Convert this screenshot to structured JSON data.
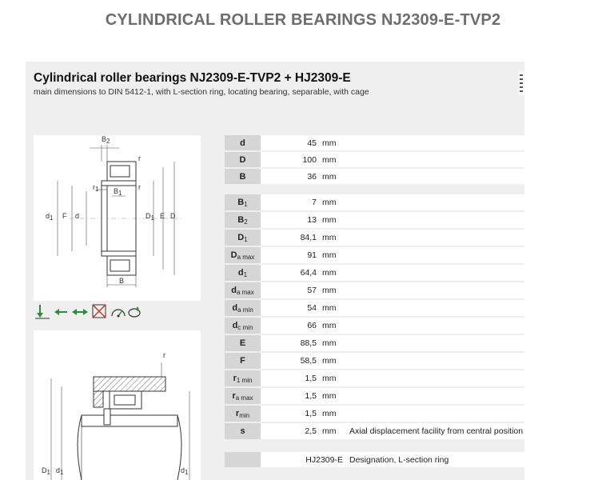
{
  "page_title": "CYLINDRICAL ROLLER BEARINGS NJ2309-E-TVP2",
  "panel": {
    "title": "Cylindrical roller bearings NJ2309-E-TVP2 + HJ2309-E",
    "subtitle": "main dimensions to DIN 5412-1, with L-section ring, locating bearing, separable, with cage"
  },
  "drawing_labels": {
    "b2": "B",
    "b2_sub": "2",
    "r": "r",
    "r1": "r",
    "r1_sub": "1",
    "b1": "B",
    "b1_sub": "1",
    "d1": "d",
    "d1_sub": "1",
    "f": "F",
    "d": "d",
    "D1": "D",
    "D1_sub": "1",
    "e": "E",
    "D": "D",
    "b": "B",
    "bottom_D1": "D",
    "bottom_D1_sub": "1",
    "bottom_d1a": "d",
    "bottom_d1a_sub": "1",
    "bottom_d1b": "d",
    "bottom_d1b_sub": "1",
    "bottom_r": "r"
  },
  "dimensions": [
    {
      "sym": "d",
      "sub": "",
      "value": "45",
      "unit": "mm"
    },
    {
      "sym": "D",
      "sub": "",
      "value": "100",
      "unit": "mm"
    },
    {
      "sym": "B",
      "sub": "",
      "value": "36",
      "unit": "mm"
    },
    {
      "sym": "B",
      "sub": "1",
      "value": "7",
      "unit": "mm"
    },
    {
      "sym": "B",
      "sub": "2",
      "value": "13",
      "unit": "mm"
    },
    {
      "sym": "D",
      "sub": "1",
      "value": "84,1",
      "unit": "mm"
    },
    {
      "sym": "D",
      "sub": "a max",
      "value": "91",
      "unit": "mm"
    },
    {
      "sym": "d",
      "sub": "1",
      "value": "64,4",
      "unit": "mm"
    },
    {
      "sym": "d",
      "sub": "a max",
      "value": "57",
      "unit": "mm"
    },
    {
      "sym": "d",
      "sub": "a min",
      "value": "54",
      "unit": "mm"
    },
    {
      "sym": "d",
      "sub": "c min",
      "value": "66",
      "unit": "mm"
    },
    {
      "sym": "E",
      "sub": "",
      "value": "88,5",
      "unit": "mm"
    },
    {
      "sym": "F",
      "sub": "",
      "value": "58,5",
      "unit": "mm"
    },
    {
      "sym": "r",
      "sub": "1 min",
      "value": "1,5",
      "unit": "mm"
    },
    {
      "sym": "r",
      "sub": "a max",
      "value": "1,5",
      "unit": "mm"
    },
    {
      "sym": "r",
      "sub": "min",
      "value": "1,5",
      "unit": "mm"
    },
    {
      "sym": "s",
      "sub": "",
      "value": "2,5",
      "unit": "mm",
      "note": "Axial displacement facility from central position"
    }
  ],
  "designation": {
    "value": "HJ2309-E",
    "note": "Designation, L-section ring"
  },
  "icons": [
    "radial-load-icon",
    "axial-load-left-icon",
    "axial-load-both-icon",
    "no-tilting-icon",
    "speed-icon",
    "lubrication-icon"
  ],
  "colors": {
    "title_gray": "#6d6d6d",
    "panel_bg": "#efefef",
    "symbol_cell": "#d6d6d6",
    "icon_green": "#2e8b3a"
  }
}
